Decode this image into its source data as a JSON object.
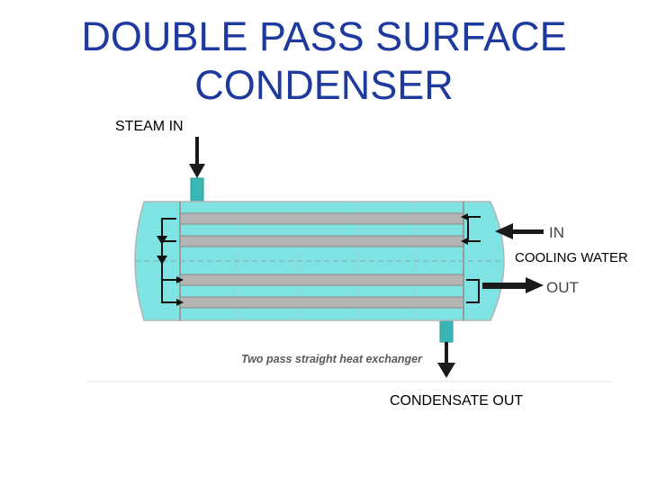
{
  "title": {
    "line1": "DOUBLE PASS SURFACE",
    "line2": "CONDENSER"
  },
  "labels": {
    "steam_in": "STEAM IN",
    "cooling_in": "IN",
    "cooling_water": "COOLING WATER",
    "cooling_out": "OUT",
    "condensate_out": "CONDENSATE OUT"
  },
  "caption": "Two pass straight heat exchanger",
  "colors": {
    "title": "#1f3a9e",
    "shell": "#7fe3e3",
    "tube": "#b4b4b4",
    "nozzle": "#3ab6b6"
  }
}
